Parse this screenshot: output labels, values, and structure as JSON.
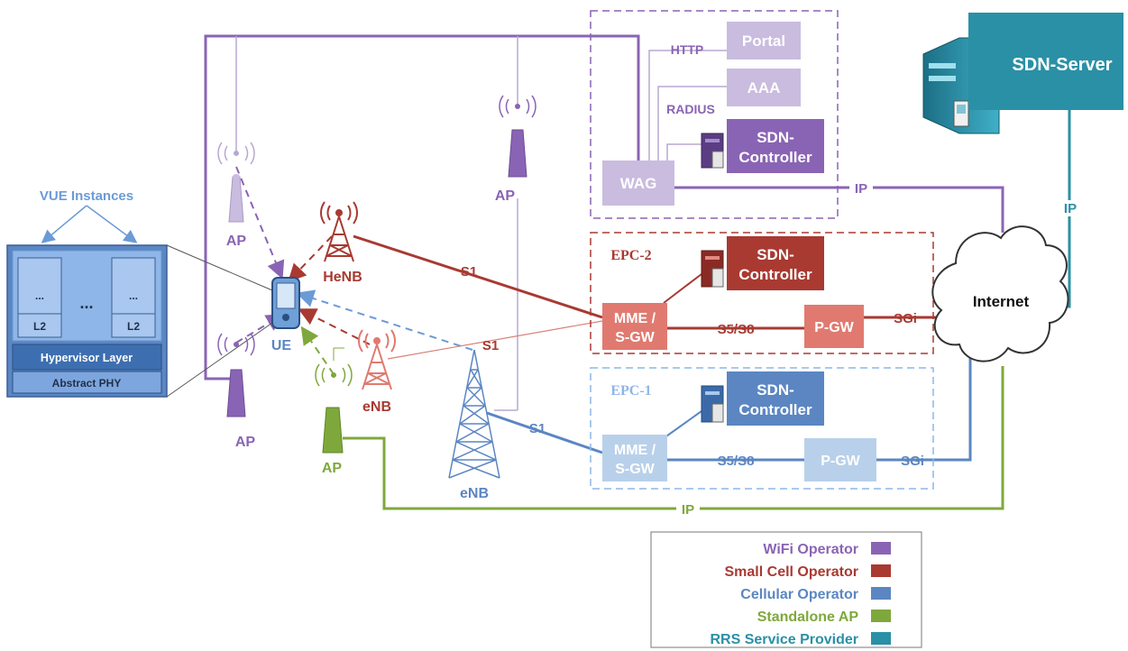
{
  "colors": {
    "wifi": "#8a64b4",
    "wifi_light": "#c9bcdf",
    "small_cell": "#a83a32",
    "small_cell_light": "#e79a92",
    "cellular": "#5b86c2",
    "cellular_light": "#b9d0ea",
    "standalone": "#7fa83c",
    "rrs": "#2a90a6",
    "vue": "#8eb6e8"
  },
  "vue": {
    "title": "VUE Instances",
    "dots_small": "...",
    "dots_mid": "...",
    "l2": "L2",
    "hypervisor": "Hypervisor Layer",
    "abstract_phy": "Abstract PHY"
  },
  "access": {
    "ue": "UE",
    "ap": "AP",
    "henb": "HeNB",
    "enb": "eNB"
  },
  "links": {
    "s1": "S1",
    "s5s8": "S5/S8",
    "sgi": "SGi",
    "ip": "IP",
    "http": "HTTP",
    "radius": "RADIUS"
  },
  "wifi_core": {
    "portal": "Portal",
    "aaa": "AAA",
    "wag": "WAG",
    "sdn_line1": "SDN-",
    "sdn_line2": "Controller"
  },
  "epc2": {
    "title": "EPC-2",
    "mme_line1": "MME /",
    "mme_line2": "S-GW",
    "pgw": "P-GW",
    "sdn_line1": "SDN-",
    "sdn_line2": "Controller"
  },
  "epc1": {
    "title": "EPC-1",
    "mme_line1": "MME /",
    "mme_line2": "S-GW",
    "pgw": "P-GW",
    "sdn_line1": "SDN-",
    "sdn_line2": "Controller"
  },
  "internet": "Internet",
  "sdn_server": "SDN-Server",
  "legend": [
    {
      "label": "WiFi Operator",
      "color": "#8a64b4"
    },
    {
      "label": "Small Cell Operator",
      "color": "#a83a32"
    },
    {
      "label": "Cellular Operator",
      "color": "#5b86c2"
    },
    {
      "label": "Standalone AP",
      "color": "#7fa83c"
    },
    {
      "label": "RRS Service Provider",
      "color": "#2a90a6"
    }
  ]
}
